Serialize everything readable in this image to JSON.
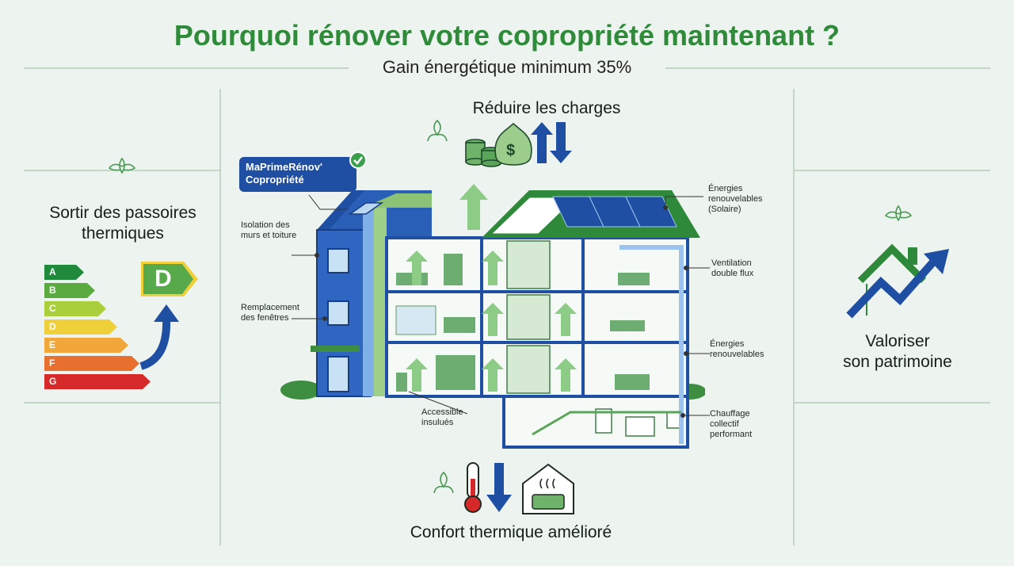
{
  "header": {
    "title": "Pourquoi rénover votre copropriété maintenant ?",
    "subtitle": "Gain énergétique minimum 35%"
  },
  "left_panel": {
    "heading_line1": "Sortir des passoires",
    "heading_line2": "thermiques",
    "ratings": [
      {
        "letter": "A",
        "color": "#1f8a3c"
      },
      {
        "letter": "B",
        "color": "#5aab3f"
      },
      {
        "letter": "C",
        "color": "#a9cf3c"
      },
      {
        "letter": "D",
        "color": "#f0d03a"
      },
      {
        "letter": "E",
        "color": "#f2a73a"
      },
      {
        "letter": "F",
        "color": "#e8702e"
      },
      {
        "letter": "G",
        "color": "#d62a2a"
      }
    ],
    "target_letter": "D"
  },
  "top_section": {
    "heading": "Réduire les charges",
    "money_symbol": "$"
  },
  "bottom_section": {
    "heading": "Confort thermique amélioré"
  },
  "right_panel": {
    "heading_line1": "Valoriser",
    "heading_line2": "son patrimoine"
  },
  "badge": {
    "line1": "MaPrimeRénov'",
    "line2": "Copropriété"
  },
  "callouts": {
    "isolation": [
      "Isolation des",
      "murs et toiture"
    ],
    "fenetres": [
      "Remplacement",
      "des fenêtres"
    ],
    "accessible": [
      "Accessible",
      "insulués"
    ],
    "solaire": [
      "Énergies",
      "renouvelables",
      "(Solaire)"
    ],
    "ventilation": [
      "Ventilation",
      "double flux"
    ],
    "energies": [
      "Énergies",
      "renouvelables"
    ],
    "chauffage": [
      "Chauffage",
      "collectif",
      "performant"
    ]
  },
  "colors": {
    "brand_green": "#2f8a3a",
    "building_blue": "#1f4fa3",
    "background": "#edf3ee"
  }
}
